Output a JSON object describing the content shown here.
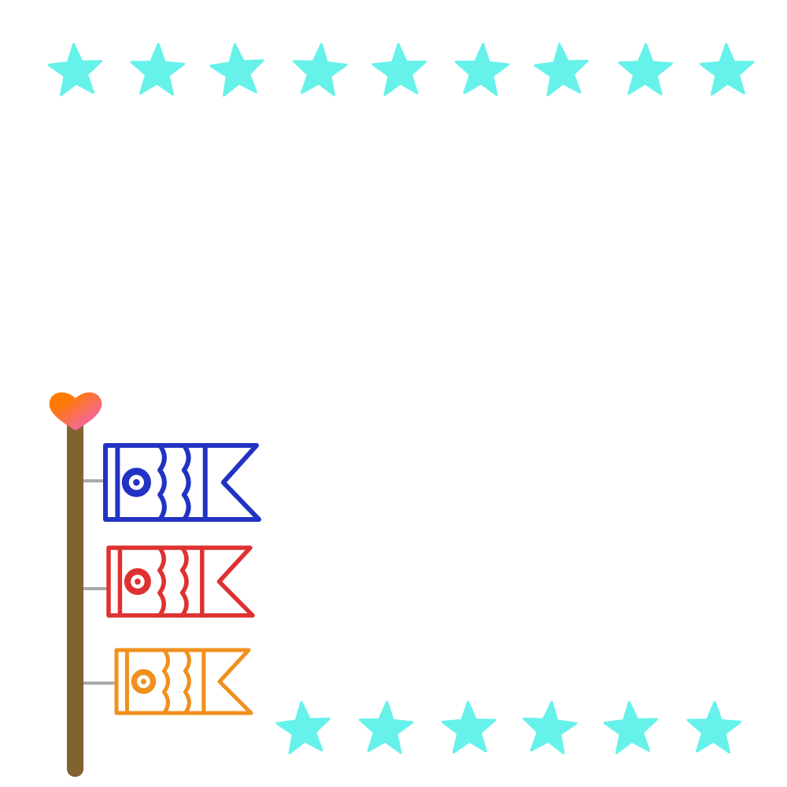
{
  "colors": {
    "background": "#ffffff",
    "star": "#66f2ea",
    "pole": "#82622f",
    "string": "#aaaaaa",
    "heart_start": "#ff7a00",
    "heart_end": "#f060d8"
  },
  "decoration": {
    "top_stars": {
      "icon": "star-icon",
      "count": 9
    },
    "bottom_stars": {
      "icon": "star-icon",
      "count": 6
    },
    "pole": {
      "icon": "pole-icon",
      "topper": "heart-icon"
    },
    "carp_streamers": [
      {
        "name": "blue-carp-streamer",
        "color": "#2233c4"
      },
      {
        "name": "red-carp-streamer",
        "color": "#de3131"
      },
      {
        "name": "orange-carp-streamer",
        "color": "#f0901e"
      }
    ]
  }
}
